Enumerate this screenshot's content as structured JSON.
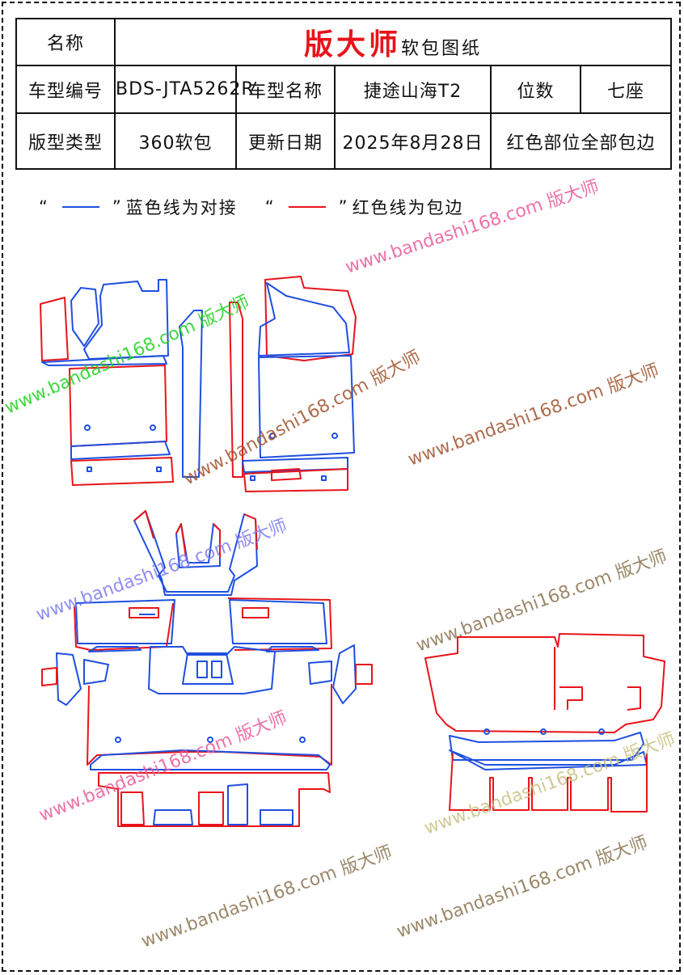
{
  "header": {
    "name_label": "名称",
    "brand": "版大师",
    "brand_suffix": "软包图纸",
    "model_code_label": "车型编号",
    "model_code": "BDS-JTA5262R",
    "model_name_label": "车型名称",
    "model_name": "捷途山海T2",
    "seats_label": "位数",
    "seats": "七座",
    "pattern_type_label": "版型类型",
    "pattern_type": "360软包",
    "update_date_label": "更新日期",
    "update_date": "2025年8月28日",
    "note": "红色部位全部包边"
  },
  "legend": {
    "quote_open": "“",
    "quote_close": "”",
    "blue_text": "蓝色线为对接",
    "red_text": "红色线为包边",
    "blue_color": "#1f4fe0",
    "red_color": "#e8141b"
  },
  "watermarks": [
    {
      "text": "www.bandashi168.com 版大师",
      "color": "#1ed01e"
    },
    {
      "text": "www.bandashi168.com 版大师",
      "color": "#e85a9a"
    },
    {
      "text": "www.bandashi168.com 版大师",
      "color": "#a0522d"
    },
    {
      "text": "www.bandashi168.com 版大师",
      "color": "#8a7350"
    },
    {
      "text": "www.bandashi168.com 版大师",
      "color": "#7b7bf0"
    },
    {
      "text": "www.bandashi168.com 版大师",
      "color": "#a0522d"
    },
    {
      "text": "www.bandashi168.com 版大师",
      "color": "#8a7350"
    },
    {
      "text": "www.bandashi168.com 版大师",
      "color": "#e85a9a"
    },
    {
      "text": "www.bandashi168.com 版大师",
      "color": "#c8c080"
    },
    {
      "text": "www.bandashi168.com 版大师",
      "color": "#8a7350"
    }
  ]
}
